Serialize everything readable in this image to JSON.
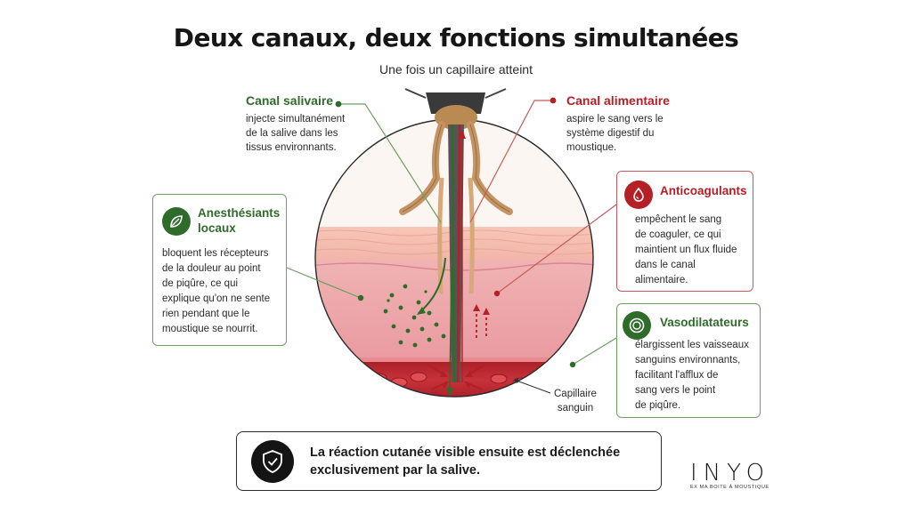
{
  "header": {
    "title": "Deux canaux, deux fonctions simultanées",
    "subtitle": "Une fois un capillaire atteint"
  },
  "callouts": {
    "salivaire": {
      "title": "Canal salivaire",
      "lines": [
        "injecte simultanément",
        "de la salive dans les",
        "tissus environnants."
      ]
    },
    "alimentaire": {
      "title": "Canal alimentaire",
      "lines": [
        "aspire le sang vers le",
        "système digestif du",
        "moustique."
      ]
    }
  },
  "boxes": {
    "anesthesiants": {
      "title_lines": [
        "Anesthésiants",
        "locaux"
      ],
      "lines": [
        "bloquent les récepteurs",
        "de la douleur au point",
        "de piqûre, ce qui",
        "explique qu'on ne sente",
        "rien pendant que le",
        "moustique se nourrit."
      ],
      "icon": "leaf-icon"
    },
    "anticoagulants": {
      "title": "Anticoagulants",
      "lines": [
        "empêchent le sang",
        "de coaguler, ce qui",
        "maintient un flux fluide",
        "dans le canal",
        "alimentaire."
      ],
      "icon": "blood-drop-icon"
    },
    "vasodilatateurs": {
      "title": "Vasodilatateurs",
      "lines": [
        "élargissent les vaisseaux",
        "sanguins environnants,",
        "facilitant l'afflux de",
        "sang vers le point",
        "de piqûre."
      ],
      "icon": "vessel-ring-icon"
    }
  },
  "capillary_label": [
    "Capillaire",
    "sanguin"
  ],
  "bottom": {
    "lines": [
      "La réaction cutanée visible ensuite est déclenchée",
      "exclusivement par la salive."
    ],
    "icon": "shield-check-icon"
  },
  "brand": {
    "logo": "INYO",
    "tagline": "EX MA BOITE À MOUSTIQUE"
  },
  "colors": {
    "green": "#2f6b2a",
    "red": "#b32025",
    "skin": "#f0b0b4",
    "blood": "#c0282e"
  }
}
